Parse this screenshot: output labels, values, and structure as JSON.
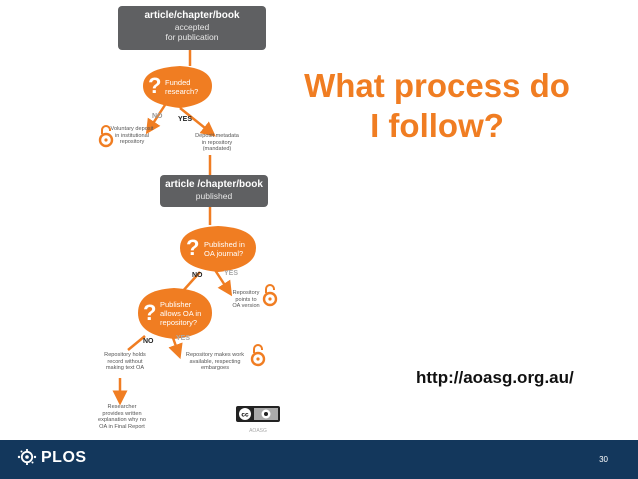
{
  "slide": {
    "title_line1": "What process do",
    "title_line2": "I follow?",
    "url": "http://aoasg.org.au/",
    "page_number": "30",
    "footer_logo_text": "PLOS",
    "license_badge": "AOASG"
  },
  "flowchart": {
    "box1": {
      "line1": "article/chapter/book",
      "line2": "accepted",
      "line3": "for publication"
    },
    "q1": {
      "mark": "?",
      "line1": "Funded",
      "line2": "research?"
    },
    "q1_no": "NO",
    "q1_yes": "YES",
    "no1_text": [
      "Voluntary deposit",
      "in institutional",
      "repository"
    ],
    "yes1_text": [
      "Deposit metadata",
      "in repository",
      "(mandated)"
    ],
    "box2": {
      "line1": "article /chapter/book",
      "line2": "published"
    },
    "q2": {
      "mark": "?",
      "line1": "Published in",
      "line2": "OA journal?"
    },
    "q2_no": "NO",
    "q2_yes": "YES",
    "yes2_text": [
      "Repository",
      "points to",
      "OA version"
    ],
    "q3": {
      "mark": "?",
      "line1": "Publisher",
      "line2": "allows OA in",
      "line3": "repository?"
    },
    "q3_no": "NO",
    "q3_yes": "YES",
    "no3_text": [
      "Repository holds",
      "record without",
      "making text OA"
    ],
    "yes3_text": [
      "Repository makes work",
      "available, respecting",
      "embargoes"
    ],
    "final_text": [
      "Researcher",
      "provides written",
      "explanation why no",
      "OA in Final Report"
    ]
  },
  "colors": {
    "accent_orange": "#f07d22",
    "box_gray": "#5f6062",
    "footer_navy": "#13375c"
  }
}
